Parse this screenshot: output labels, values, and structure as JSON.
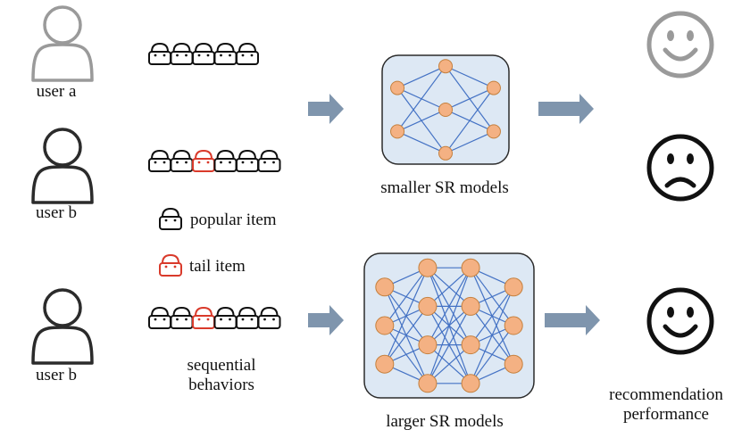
{
  "users": [
    {
      "label": "user a",
      "color": "#9a9a9a",
      "face": "happy",
      "face_color": "#9a9a9a",
      "model": "smaller",
      "tail_index": -1
    },
    {
      "label": "user b",
      "color": "#2b2b2b",
      "face": "sad",
      "face_color": "#111111",
      "model": "smaller",
      "tail_index": 2
    },
    {
      "label": "user b",
      "color": "#2b2b2b",
      "face": "happy",
      "face_color": "#111111",
      "model": "larger",
      "tail_index": 2
    }
  ],
  "legend": {
    "popular_label": "popular item",
    "tail_label": "tail item"
  },
  "labels": {
    "sequential_behaviors": "sequential behaviors",
    "smaller_model": "smaller SR models",
    "larger_model": "larger SR models",
    "recommendation_performance": "recommendation performance"
  },
  "models": {
    "smaller_layers": [
      2,
      3,
      2
    ],
    "larger_layers": [
      3,
      4,
      4,
      3
    ]
  },
  "colors": {
    "item_popular": "#111111",
    "item_tail": "#d93a2b",
    "model_box_fill": "#dde8f4",
    "model_box_stroke": "#2b2b2b",
    "node_fill": "#f4b183",
    "node_stroke": "#c5803d",
    "edge": "#4472c4",
    "arrow": "#7f95ad"
  },
  "icons": {
    "user": "user-icon",
    "item": "shopping-bag-icon",
    "happy": "smiley-face-icon",
    "sad": "sad-face-icon"
  }
}
